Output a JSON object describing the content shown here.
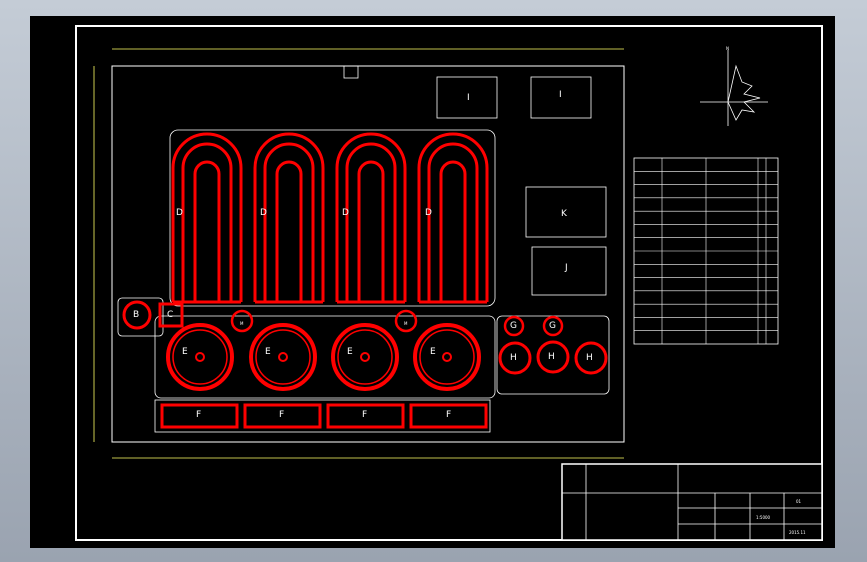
{
  "colors": {
    "background": "#000000",
    "frame": "#ffffff",
    "structure": "#ff0000",
    "dimension": "#ffff66",
    "vegetation": "#00cc00",
    "chrome": "#b2bac6"
  },
  "site": {
    "letters": {
      "D": "D",
      "E": "E",
      "F": "F",
      "B": "B",
      "C": "C",
      "G": "G",
      "H": "H",
      "I": "I",
      "J": "J",
      "K": "K"
    },
    "small_label": "M"
  },
  "compass": {
    "north": "N"
  },
  "schedule": {
    "rows": 13
  },
  "title_block": {
    "values": {
      "scale": "1:5000",
      "date": "2015.11",
      "sheet": "01"
    }
  }
}
